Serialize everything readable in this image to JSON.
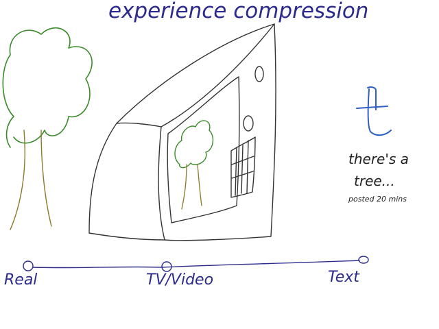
{
  "title": "experience compression",
  "timeline": {
    "points": [
      {
        "label": "Real"
      },
      {
        "label": "TV/Video"
      },
      {
        "label": "Text"
      }
    ]
  },
  "post": {
    "logo": "t",
    "text_line1": "there's a",
    "text_line2": "tree...",
    "meta": "posted 20 mins"
  },
  "colors": {
    "ink_blue": "#2c2a8c",
    "tree_green": "#3a8a2a",
    "trunk": "#8a7a2a",
    "tumblr_blue": "#2f5fc0",
    "pencil": "#333333"
  }
}
